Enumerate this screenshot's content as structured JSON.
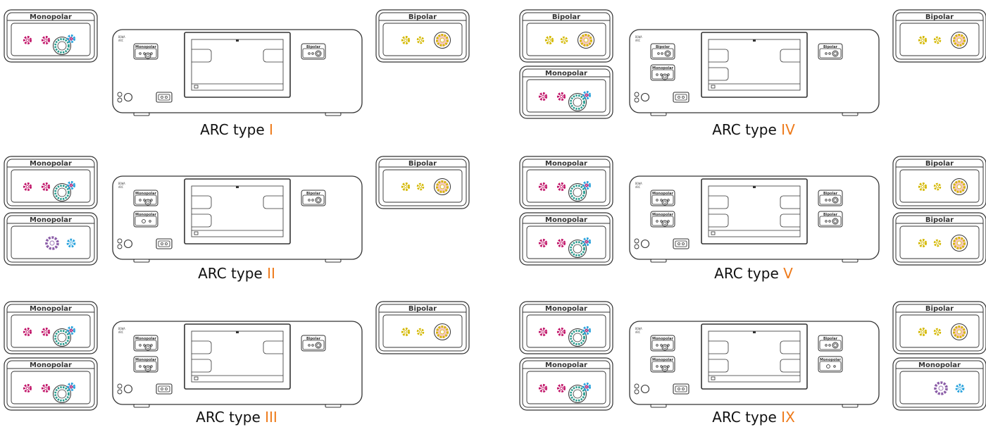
{
  "labels": {
    "monopolar": "Monopolar",
    "bipolar": "Bipolar",
    "brand_top": "BOWA",
    "brand_bottom": "ARC"
  },
  "captions": [
    {
      "prefix": "ARC type",
      "roman": "I"
    },
    {
      "prefix": "ARC type",
      "roman": "II"
    },
    {
      "prefix": "ARC type",
      "roman": "III"
    },
    {
      "prefix": "ARC type",
      "roman": "IV"
    },
    {
      "prefix": "ARC type",
      "roman": "V"
    },
    {
      "prefix": "ARC type",
      "roman": "IX"
    }
  ],
  "colors": {
    "outline": "#333333",
    "monopolar_socket": "#c2186b",
    "large_socket": "#2a9d8f",
    "neutral_socket": "#2aa3dd",
    "bipolar_socket": "#d4b800",
    "bipolar_large_fill": "#f5c9c0",
    "purple_socket": "#8b5da8",
    "caption_roman": "#ee7a1a"
  },
  "configurations": [
    {
      "name": "ARC type I",
      "roman": "I",
      "left_panels": [
        "monopolar-full"
      ],
      "right_panels": [
        "bipolar"
      ],
      "device_left": [
        "monopolar-full"
      ],
      "device_right": [
        "bipolar"
      ]
    },
    {
      "name": "ARC type II",
      "roman": "II",
      "left_panels": [
        "monopolar-full",
        "monopolar-alt"
      ],
      "right_panels": [
        "bipolar"
      ],
      "device_left": [
        "monopolar-full",
        "monopolar-alt"
      ],
      "device_right": [
        "bipolar"
      ]
    },
    {
      "name": "ARC type III",
      "roman": "III",
      "left_panels": [
        "monopolar-full",
        "monopolar-full"
      ],
      "right_panels": [
        "bipolar"
      ],
      "device_left": [
        "monopolar-full",
        "monopolar-full"
      ],
      "device_right": [
        "bipolar"
      ]
    },
    {
      "name": "ARC type IV",
      "roman": "IV",
      "left_panels": [
        "bipolar",
        "monopolar-full"
      ],
      "right_panels": [
        "bipolar"
      ],
      "device_left": [
        "bipolar",
        "monopolar-full"
      ],
      "device_right": [
        "bipolar"
      ]
    },
    {
      "name": "ARC type V",
      "roman": "V",
      "left_panels": [
        "monopolar-full",
        "monopolar-full"
      ],
      "right_panels": [
        "bipolar",
        "bipolar"
      ],
      "device_left": [
        "monopolar-full",
        "monopolar-full"
      ],
      "device_right": [
        "bipolar",
        "bipolar"
      ]
    },
    {
      "name": "ARC type IX",
      "roman": "IX",
      "left_panels": [
        "monopolar-full",
        "monopolar-full"
      ],
      "right_panels": [
        "bipolar",
        "monopolar-alt"
      ],
      "device_left": [
        "monopolar-full",
        "monopolar-full"
      ],
      "device_right": [
        "bipolar",
        "monopolar-alt"
      ]
    }
  ]
}
